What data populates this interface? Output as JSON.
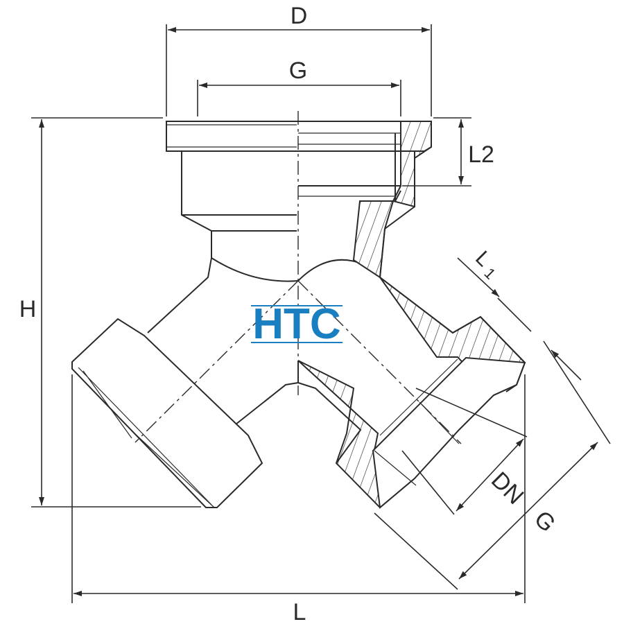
{
  "diagram": {
    "logo_text": "HTC",
    "labels": {
      "D": "D",
      "G_top": "G",
      "H": "H",
      "L": "L",
      "L2": "L2",
      "L1": "L",
      "L1_sub": "1",
      "DN": "DN",
      "G_right": "G"
    }
  },
  "colors": {
    "line": "#2a2a2a",
    "brand": "#1a7fc1"
  }
}
